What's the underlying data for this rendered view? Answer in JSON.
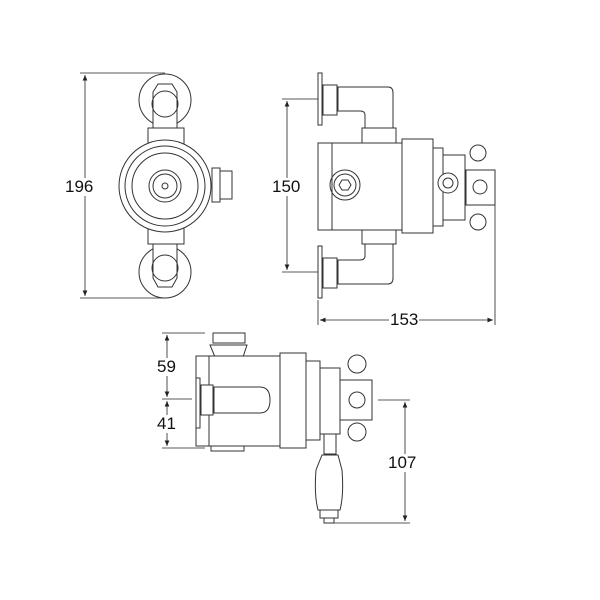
{
  "dimensions": {
    "front_height": "196",
    "side_height": "150",
    "side_width": "153",
    "bottom_upper": "59",
    "bottom_lower": "41",
    "lever_drop": "107"
  },
  "colors": {
    "line": "#333333",
    "background": "#ffffff"
  }
}
